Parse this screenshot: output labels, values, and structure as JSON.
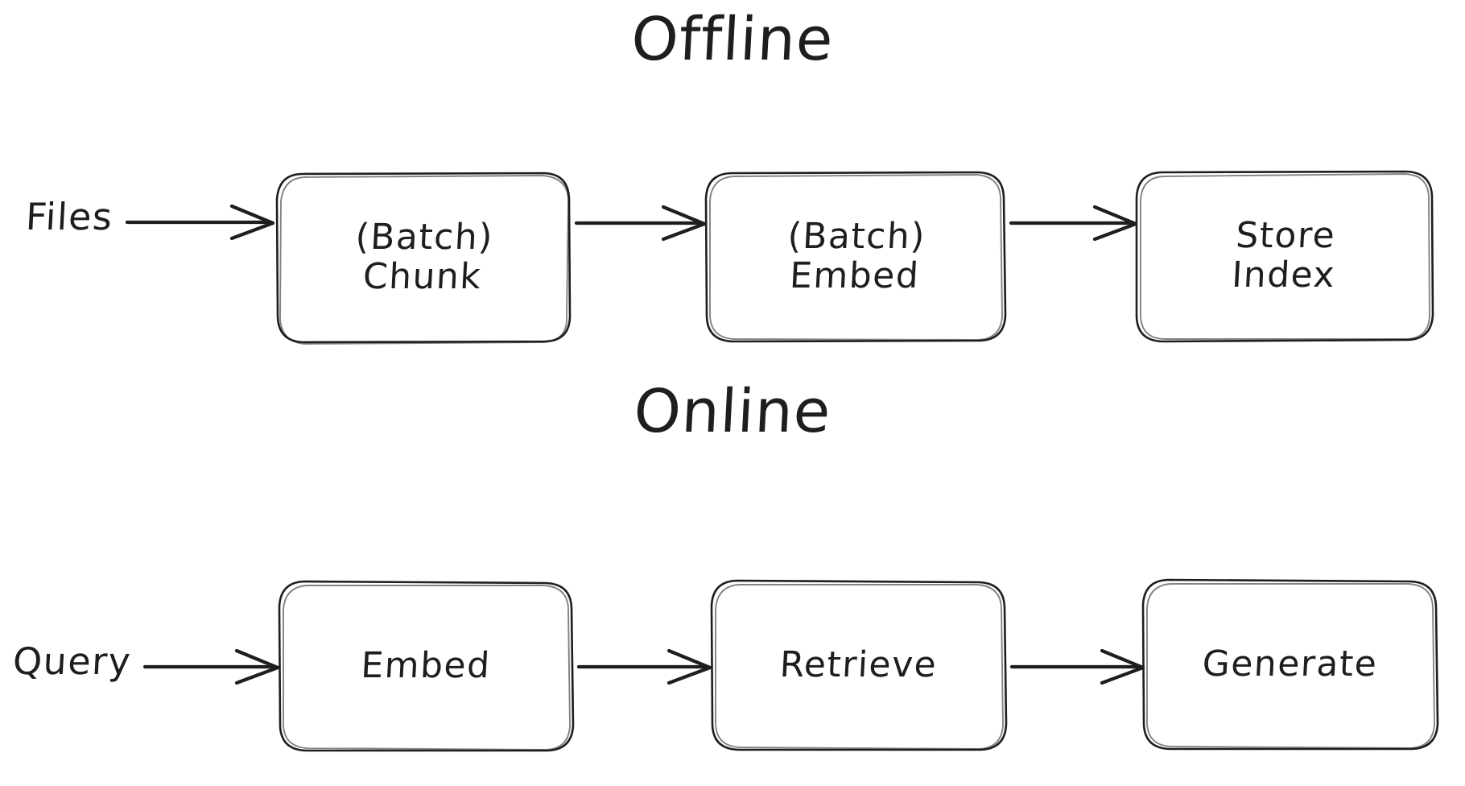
{
  "diagram": {
    "title_offline": "Offline",
    "title_online": "Online",
    "stroke_color": "#1e1e1e",
    "background_color": "#ffffff",
    "sections": [
      {
        "name": "offline",
        "heading": "Offline",
        "input_label": "Files",
        "nodes": [
          {
            "id": "batch-chunk",
            "line1": "(Batch)",
            "line2": "Chunk"
          },
          {
            "id": "batch-embed",
            "line1": "(Batch)",
            "line2": "Embed"
          },
          {
            "id": "store-index",
            "line1": "Store",
            "line2": "Index"
          }
        ],
        "arrows": [
          "Files -> (Batch) Chunk",
          "(Batch) Chunk -> (Batch) Embed",
          "(Batch) Embed -> Store Index"
        ]
      },
      {
        "name": "online",
        "heading": "Online",
        "input_label": "Query",
        "nodes": [
          {
            "id": "embed",
            "line1": "Embed",
            "line2": ""
          },
          {
            "id": "retrieve",
            "line1": "Retrieve",
            "line2": ""
          },
          {
            "id": "generate",
            "line1": "Generate",
            "line2": ""
          }
        ],
        "arrows": [
          "Query -> Embed",
          "Embed -> Retrieve",
          "Retrieve -> Generate"
        ]
      }
    ]
  }
}
